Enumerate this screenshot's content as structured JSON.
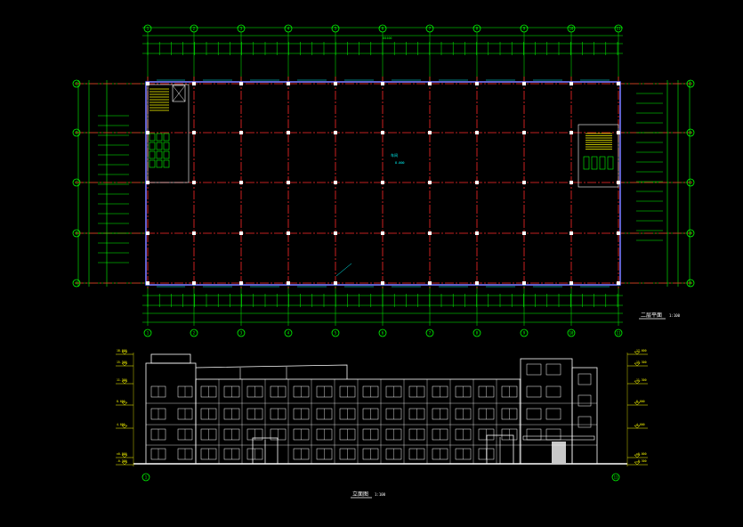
{
  "drawing": {
    "bg_color": "#000000",
    "colors": {
      "grid_red": "#ff2a2a",
      "dim_green": "#00ff00",
      "wall_white": "#ffffff",
      "wall_blue": "#3a3aff",
      "stair_yellow": "#ffff00",
      "text_cyan": "#00ffff",
      "text_yellow": "#ffff00",
      "text_green": "#00ff00",
      "magenta": "#ff00ff",
      "label_yellow": "#ffff00"
    }
  },
  "plan": {
    "axis_top": [
      "1",
      "2",
      "3",
      "4",
      "5",
      "6",
      "7",
      "8",
      "9",
      "10",
      "11"
    ],
    "axis_bottom": [
      "1",
      "2",
      "3",
      "4",
      "5",
      "6",
      "7",
      "8",
      "9",
      "10",
      "11"
    ],
    "axis_left": [
      "E",
      "D",
      "C",
      "B",
      "A"
    ],
    "axis_right": [
      "E",
      "D",
      "C",
      "B",
      "A"
    ],
    "total_dim": "68400",
    "room_label": "车间",
    "room_elev": "8.000",
    "note": "",
    "title": "二层平面",
    "scale": "1:100"
  },
  "elevation": {
    "axis_left": "1",
    "axis_right": "11",
    "levels_left": [
      "18.600",
      "15.300",
      "11.300",
      "8.000",
      "4.000",
      "±0.000",
      "-0.300"
    ],
    "levels_right": [
      "17.600",
      "15.300",
      "11.300",
      "8.000",
      "4.000",
      "±0.000",
      "-0.300"
    ],
    "title": "立面图",
    "scale": "1:100"
  }
}
